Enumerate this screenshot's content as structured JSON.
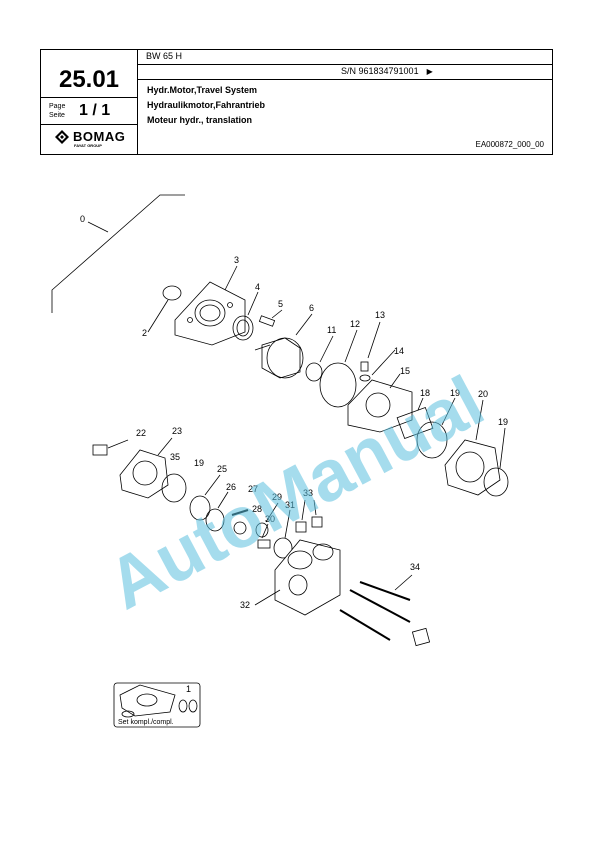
{
  "header": {
    "model": "BW 65 H",
    "serial": "S/N 961834791001",
    "section_number": "25.01",
    "page_label_en": "Page",
    "page_label_de": "Seite",
    "page_value": "1 / 1",
    "title_en": "Hydr.Motor,Travel System",
    "title_de": "Hydraulikmotor,Fahrantrieb",
    "title_fr": "Moteur hydr., translation",
    "doc_id": "EA000872_000_00",
    "brand": "BOMAG",
    "brand_group": "FAYAT GROUP"
  },
  "diagram": {
    "callouts": [
      "0",
      "1",
      "2",
      "3",
      "4",
      "5",
      "6",
      "11",
      "12",
      "13",
      "14",
      "15",
      "18",
      "19",
      "20",
      "19",
      "22",
      "23",
      "35",
      "19",
      "25",
      "26",
      "27",
      "28",
      "29",
      "30",
      "31",
      "33",
      "32",
      "34"
    ],
    "inset_label": "Set kompl./compl."
  },
  "watermark": "AutoManual",
  "colors": {
    "watermark": "#5bc0de",
    "line": "#000000"
  }
}
